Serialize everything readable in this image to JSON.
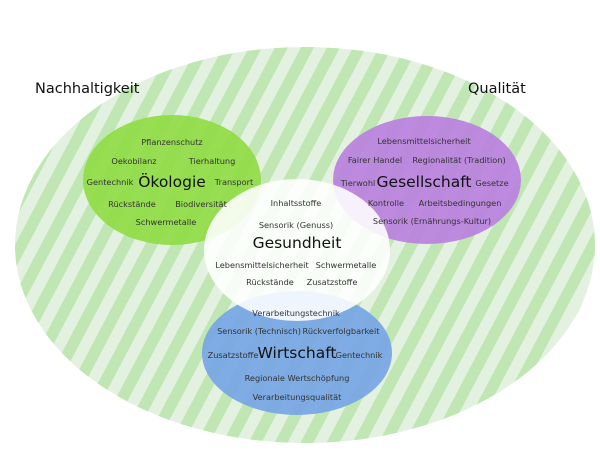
{
  "colors": {
    "background": "#ffffff",
    "outer_fill": "#e3f2e0",
    "stripe": "#bfe6b3",
    "oekologie": "#8fdc42",
    "gesellschaft": "#b97ee0",
    "gesundheit": "#ffffff",
    "wirtschaft": "#79a8e4"
  },
  "corners": {
    "left": "Nachhaltigkeit",
    "right": "Qualität"
  },
  "circles": {
    "oekologie": {
      "title": "Ökologie",
      "items": [
        "Pflanzenschutz",
        "Oekobilanz",
        "Tierhaltung",
        "Gentechnik",
        "Transport",
        "Rückstände",
        "Biodiversität",
        "Schwermetalle"
      ]
    },
    "gesellschaft": {
      "title": "Gesellschaft",
      "items": [
        "Lebensmittelsicherheit",
        "Fairer Handel",
        "Regionalität (Tradition)",
        "Tierwohl",
        "Gesetze",
        "Kontrolle",
        "Arbeitsbedingungen",
        "Sensorik (Ernährungs-Kultur)"
      ]
    },
    "gesundheit": {
      "title": "Gesundheit",
      "items": [
        "Inhaltsstoffe",
        "Sensorik (Genuss)",
        "Lebensmittelsicherheit",
        "Schwermetalle",
        "Rückstände",
        "Zusatzstoffe"
      ]
    },
    "wirtschaft": {
      "title": "Wirtschaft",
      "items": [
        "Verarbeitungstechnik",
        "Sensorik (Technisch)",
        "Rückverfolgbarkeit",
        "Zusatzstoffe",
        "Gentechnik",
        "Regionale Wertschöpfung",
        "Verarbeitungsqualität"
      ]
    }
  }
}
